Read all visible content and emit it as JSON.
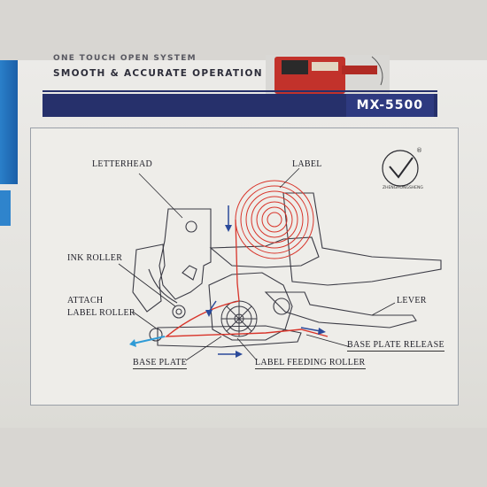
{
  "header": {
    "line1": "ONE TOUCH OPEN SYSTEM",
    "line2": "SMOOTH & ACCURATE OPERATION"
  },
  "model": "MX-5500",
  "labels": {
    "letterhead": "LETTERHEAD",
    "label": "LABEL",
    "ink_roller": "INK ROLLER",
    "attach_1": "ATTACH",
    "attach_2": "LABEL ROLLER",
    "lever": "LEVER",
    "base_plate_release": "BASE PLATE RELEASE",
    "base_plate": "BASE PLATE",
    "label_feeding_roller": "LABEL FEEDING ROLLER"
  },
  "logo": {
    "text": "ZHENGHONGSHENG",
    "mark": "®"
  },
  "colors": {
    "band": "#26306b",
    "label_red": "#d8342a",
    "arrow_blue": "#2b62b8",
    "cyan_arrow": "#2f9bd6"
  }
}
